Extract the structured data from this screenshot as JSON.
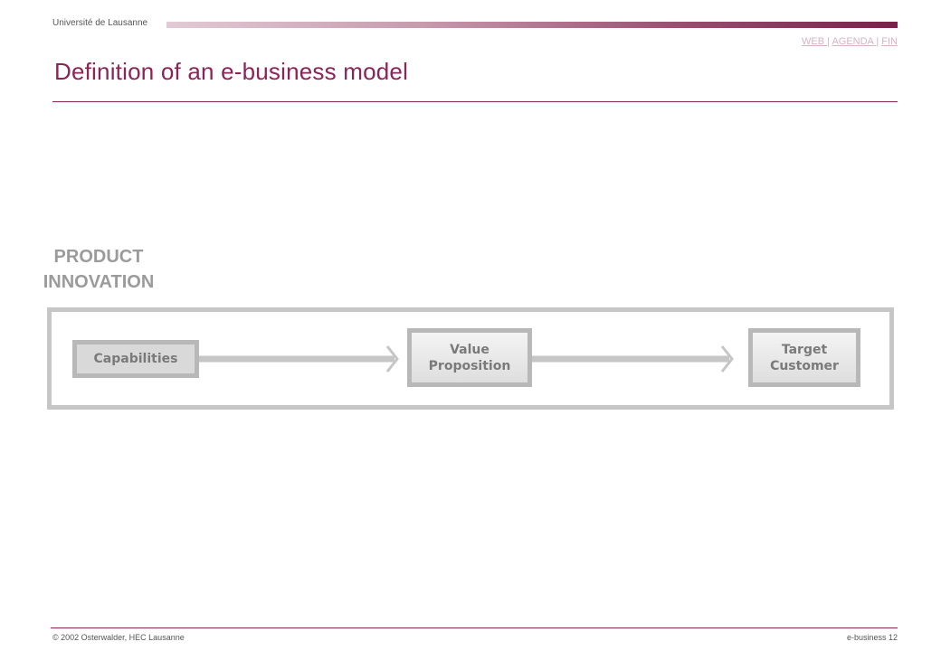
{
  "header": {
    "institution": "Université de Lausanne",
    "nav": {
      "web": "WEB ",
      "agenda": "AGENDA ",
      "fin": "FIN",
      "separator": "|"
    },
    "title": "Definition of an e-business model"
  },
  "diagram": {
    "section_label_line1": "PRODUCT",
    "section_label_line2": "INNOVATION",
    "boxes": {
      "capabilities": "Capabilities",
      "value_line1": "Value",
      "value_line2": "Proposition",
      "target_line1": "Target",
      "target_line2": "Customer"
    }
  },
  "footer": {
    "copyright": "© 2002  Osterwalder, HEC Lausanne",
    "page_ref": "e-business  12"
  },
  "colors": {
    "accent": "#8b2457",
    "frame_gray": "#c6c6c6",
    "box_gray": "#d9d9d9",
    "label_gray": "#9b9b9b"
  }
}
